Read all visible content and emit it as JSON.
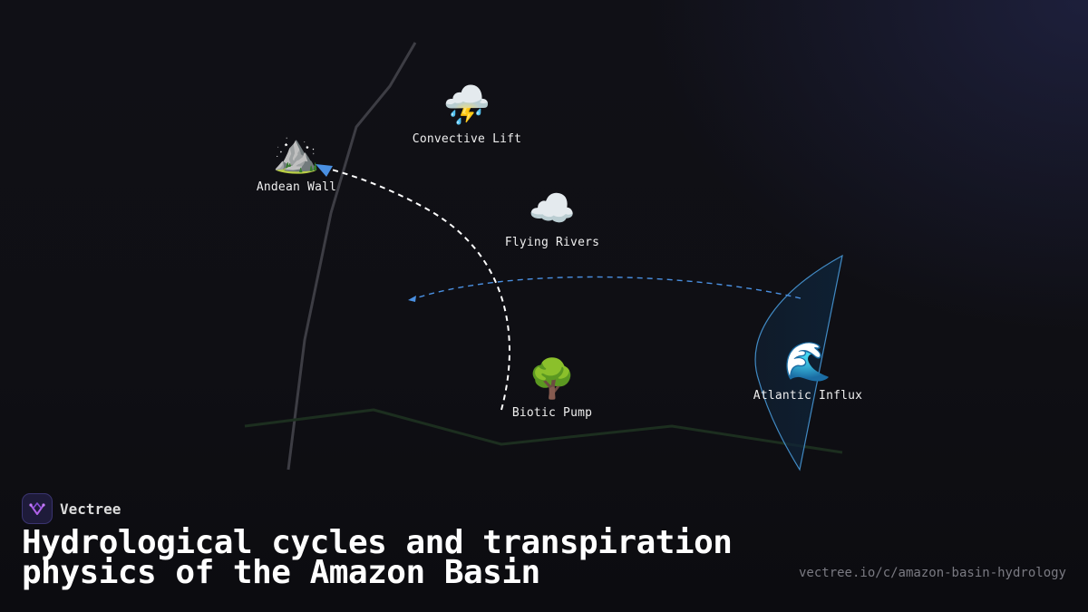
{
  "diagram": {
    "nodes": [
      {
        "id": "andean",
        "icon": "mountain-icon",
        "emoji": "⛰️",
        "label": "Andean Wall"
      },
      {
        "id": "convective",
        "icon": "thunderstorm-icon",
        "emoji": "⛈️",
        "label": "Convective Lift"
      },
      {
        "id": "flying",
        "icon": "cloud-icon",
        "emoji": "☁️",
        "label": "Flying Rivers"
      },
      {
        "id": "biotic",
        "icon": "tree-icon",
        "emoji": "🌳",
        "label": "Biotic Pump"
      },
      {
        "id": "atlantic",
        "icon": "wave-icon",
        "emoji": "🌊",
        "label": "Atlantic Influx"
      }
    ],
    "colors": {
      "flow_white": "#ffffff",
      "flow_blue": "#4a90e2",
      "ridge": "#3d3d44",
      "ground": "#1c2e1f",
      "ocean_edge": "#4a9fe0"
    }
  },
  "footer": {
    "brand_name": "Vectree",
    "title": "Hydrological cycles and transpiration physics of the Amazon Basin",
    "url": "vectree.io/c/amazon-basin-hydrology"
  }
}
